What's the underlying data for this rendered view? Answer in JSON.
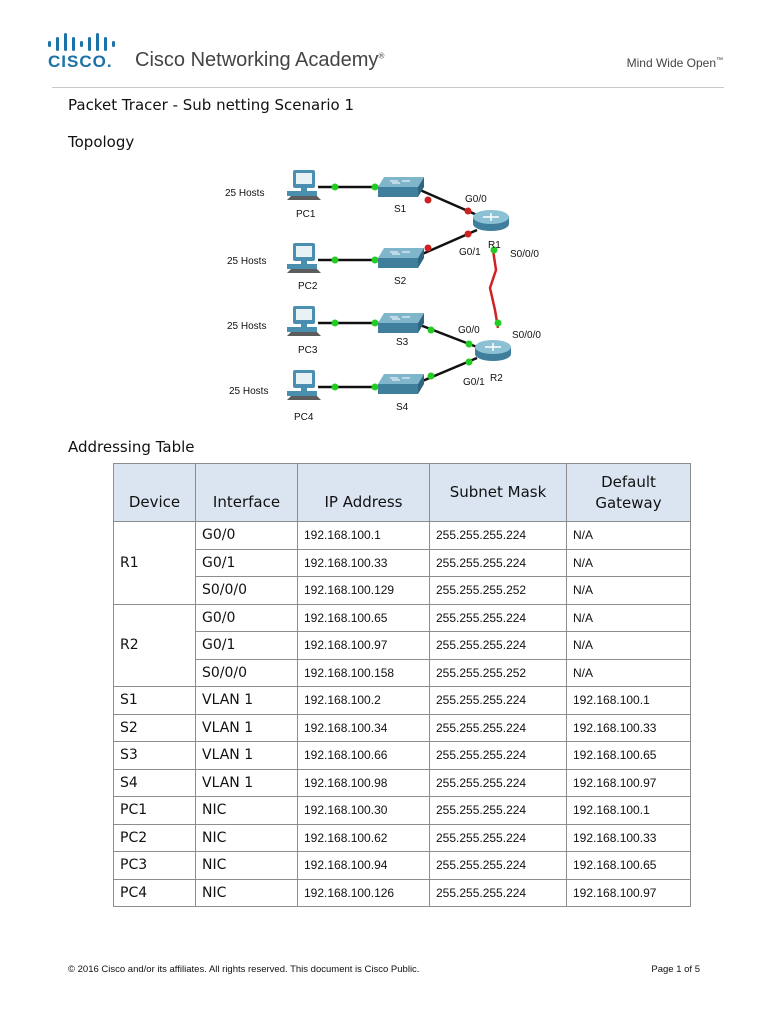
{
  "header": {
    "logo_text": "CISCO.",
    "academy": "Cisco Networking Academy",
    "academy_mark": "®",
    "tagline": "Mind Wide Open",
    "tagline_mark": "™"
  },
  "doc": {
    "title": "Packet Tracer - Sub netting Scenario 1",
    "topology_heading": "Topology",
    "addressing_heading": "Addressing Table"
  },
  "topology": {
    "hosts": [
      "25 Hosts",
      "25 Hosts",
      "25 Hosts",
      "25 Hosts"
    ],
    "pcs": [
      "PC1",
      "PC2",
      "PC3",
      "PC4"
    ],
    "switches": [
      "S1",
      "S2",
      "S3",
      "S4"
    ],
    "routers": [
      "R1",
      "R2"
    ],
    "ports": {
      "r1_g00": "G0/0",
      "r1_g01": "G0/1",
      "r1_s000": "S0/0/0",
      "r2_g00": "G0/0",
      "r2_g01": "G0/1",
      "r2_s000": "S0/0/0"
    },
    "colors": {
      "link_up": "#22cc22",
      "link_down": "#cc2222",
      "serial": "#cc2222",
      "device": "#4b8fb0"
    }
  },
  "table": {
    "headers": [
      "Device",
      "Interface",
      "IP Address",
      "Subnet Mask",
      "Default Gateway"
    ],
    "header_color": "#dbe5f1",
    "rows": [
      {
        "device": "R1",
        "interface": "G0/0",
        "ip": "192.168.100.1",
        "mask": "255.255.255.224",
        "gw": "N/A"
      },
      {
        "device": "",
        "interface": "G0/1",
        "ip": "192.168.100.33",
        "mask": "255.255.255.224",
        "gw": "N/A"
      },
      {
        "device": "",
        "interface": "S0/0/0",
        "ip": "192.168.100.129",
        "mask": "255.255.255.252",
        "gw": "N/A"
      },
      {
        "device": "R2",
        "interface": "G0/0",
        "ip": "192.168.100.65",
        "mask": "255.255.255.224",
        "gw": "N/A"
      },
      {
        "device": "",
        "interface": "G0/1",
        "ip": "192.168.100.97",
        "mask": "255.255.255.224",
        "gw": "N/A"
      },
      {
        "device": "",
        "interface": "S0/0/0",
        "ip": "192.168.100.158",
        "mask": "255.255.255.252",
        "gw": "N/A"
      },
      {
        "device": "S1",
        "interface": "VLAN 1",
        "ip": "192.168.100.2",
        "mask": "255.255.255.224",
        "gw": "192.168.100.1"
      },
      {
        "device": "S2",
        "interface": "VLAN 1",
        "ip": "192.168.100.34",
        "mask": "255.255.255.224",
        "gw": "192.168.100.33"
      },
      {
        "device": "S3",
        "interface": "VLAN 1",
        "ip": "192.168.100.66",
        "mask": "255.255.255.224",
        "gw": "192.168.100.65"
      },
      {
        "device": "S4",
        "interface": "VLAN 1",
        "ip": "192.168.100.98",
        "mask": "255.255.255.224",
        "gw": "192.168.100.97"
      },
      {
        "device": "PC1",
        "interface": "NIC",
        "ip": "192.168.100.30",
        "mask": "255.255.255.224",
        "gw": "192.168.100.1"
      },
      {
        "device": "PC2",
        "interface": "NIC",
        "ip": "192.168.100.62",
        "mask": "255.255.255.224",
        "gw": "192.168.100.33"
      },
      {
        "device": "PC3",
        "interface": "NIC",
        "ip": "192.168.100.94",
        "mask": "255.255.255.224",
        "gw": "192.168.100.65"
      },
      {
        "device": "PC4",
        "interface": "NIC",
        "ip": "192.168.100.126",
        "mask": "255.255.255.224",
        "gw": "192.168.100.97"
      }
    ]
  },
  "footer": {
    "copyright": "© 2016 Cisco and/or its affiliates. All rights reserved. This document is Cisco Public.",
    "page": "Page 1 of 5"
  }
}
